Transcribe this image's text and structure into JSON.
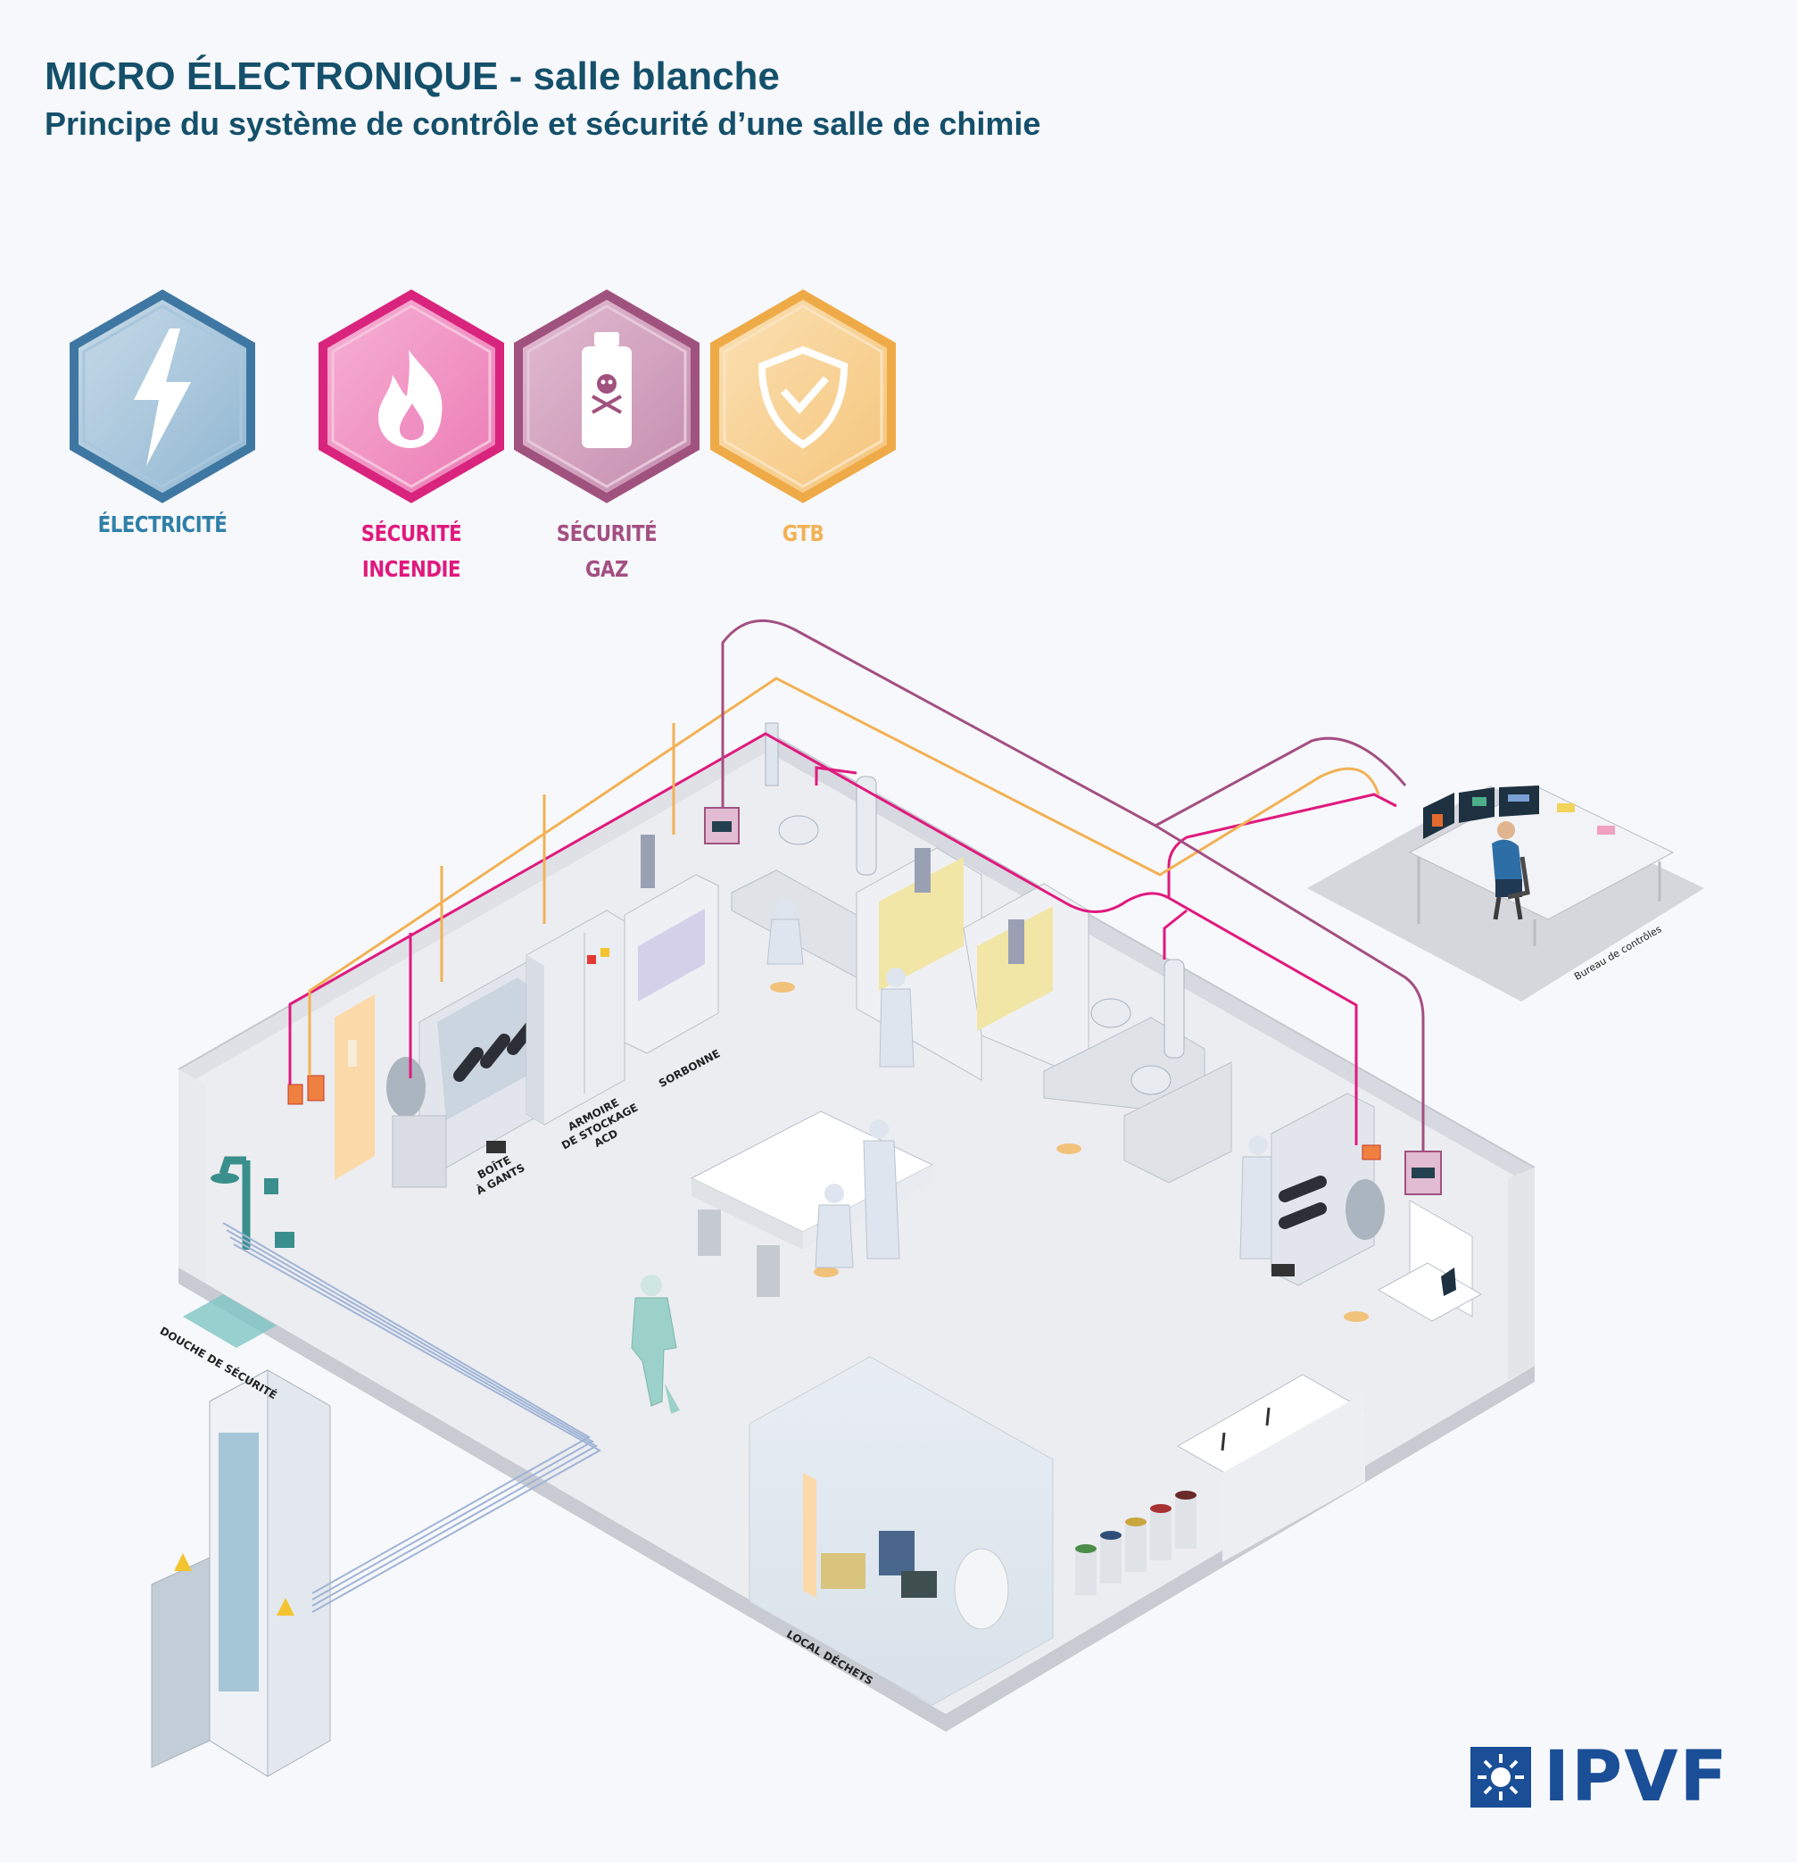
{
  "header": {
    "title": "MICRO ÉLECTRONIQUE - salle blanche",
    "subtitle": "Principe du système de contrôle et sécurité d’une salle de chimie"
  },
  "legend": [
    {
      "line1": "ÉLECTRICITÉ",
      "line2": "",
      "color": "#2f7fa8",
      "icon": "lightning-icon"
    },
    {
      "line1": "SÉCURITÉ",
      "line2": "INCENDIE",
      "color": "#e0197e",
      "icon": "fire-icon"
    },
    {
      "line1": "SÉCURITÉ",
      "line2": "GAZ",
      "color": "#a34f82",
      "icon": "toxic-bottle-icon"
    },
    {
      "line1": "GTB",
      "line2": "",
      "color": "#f2b154",
      "icon": "shield-check-icon"
    }
  ],
  "labels": {
    "glovebox": "BOÎTE\nÀ GANTS",
    "storage": "ARMOIRE\nDE STOCKAGE\nACD",
    "fumehood": "SORBONNE",
    "shower": "DOUCHE DE SÉCURITÉ",
    "waste": "LOCAL DÉCHETS",
    "control_office": "Bureau de contrôles"
  },
  "logo": {
    "text": "IPVF",
    "color": "#1a4e96"
  }
}
